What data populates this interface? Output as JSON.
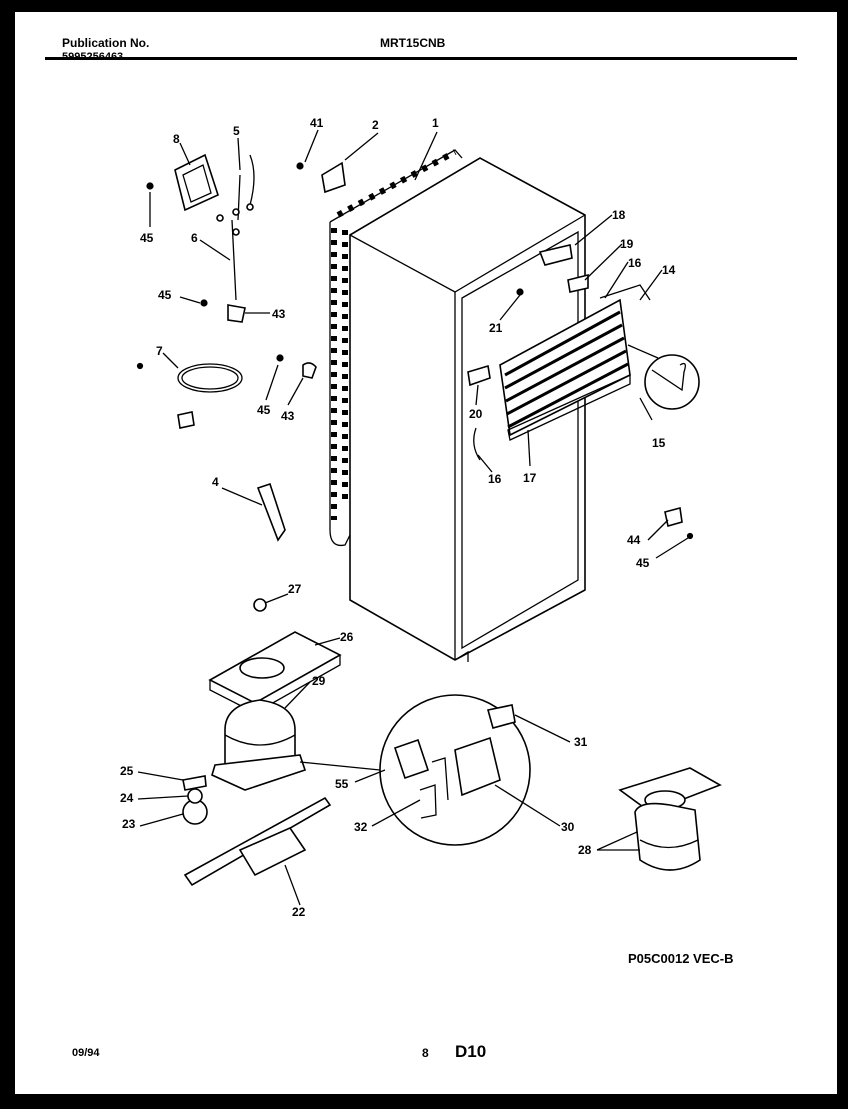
{
  "header": {
    "publication_label": "Publication No.",
    "publication_number": "5995256463",
    "model": "MRT15CNB"
  },
  "diagram": {
    "code": "P05C0012 VEC-B",
    "callouts": {
      "c1": "1",
      "c2": "2",
      "c41": "41",
      "c5": "5",
      "c8": "8",
      "c45a": "45",
      "c6": "6",
      "c45b": "45",
      "c43a": "43",
      "c7": "7",
      "c45c": "45",
      "c43b": "43",
      "c4": "4",
      "c18": "18",
      "c19": "19",
      "c16a": "16",
      "c14": "14",
      "c21": "21",
      "c20": "20",
      "c16b": "16",
      "c17": "17",
      "c15": "15",
      "c44": "44",
      "c45d": "45",
      "c27": "27",
      "c26": "26",
      "c29": "29",
      "c25": "25",
      "c24": "24",
      "c23": "23",
      "c55": "55",
      "c31": "31",
      "c32": "32",
      "c30": "30",
      "c22": "22",
      "c28": "28"
    }
  },
  "footer": {
    "date": "09/94",
    "page": "8",
    "section": "D10"
  }
}
